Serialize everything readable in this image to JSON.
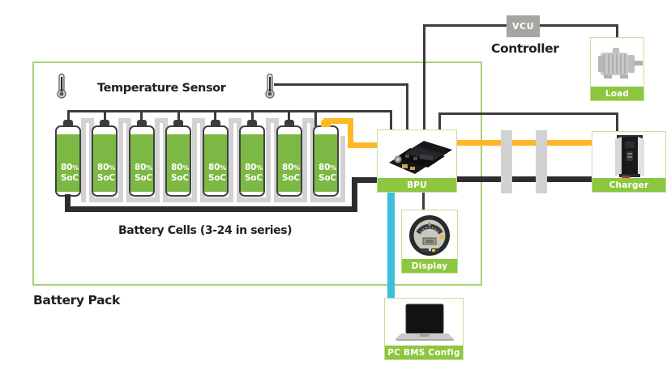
{
  "colors": {
    "green_label": "#8dc63f",
    "green_cell": "#7cb944",
    "border_light_green": "#c3de9e",
    "pack_border": "#a9d077",
    "yellow": "#fcb826",
    "cyan": "#3cbfda",
    "wire_dark": "#3d3d3f",
    "power_black": "#2d2d2f",
    "gray_connector": "#d2d2d3",
    "gray_bar": "#d2d2d3",
    "vcu_gray": "#a7a5a1",
    "text_dark": "#231f20"
  },
  "headings": {
    "temperature_sensor": "Temperature Sensor",
    "controller": "Controller",
    "battery_cells": "Battery Cells (3-24 in series)",
    "battery_pack": "Battery Pack"
  },
  "vcu": {
    "label": "VCU"
  },
  "nodes": {
    "bpu": {
      "label": "BPU"
    },
    "display": {
      "label": "Display"
    },
    "pc": {
      "label": "PC BMS Config"
    },
    "load": {
      "label": "Load"
    },
    "charger": {
      "label": "Charger"
    }
  },
  "icons": {
    "thermometer_left": "thermometer-icon",
    "thermometer_right": "thermometer-icon",
    "bpu_board": "circuit-board-image",
    "display_gauge": "battery-gauge-image",
    "pc_laptop": "laptop-image",
    "load_motor": "electric-motor-image",
    "charger_unit": "charger-image"
  },
  "cells": {
    "items": [
      {
        "soc": "80",
        "unit": "%",
        "label": "SoC"
      },
      {
        "soc": "80",
        "unit": "%",
        "label": "SoC"
      },
      {
        "soc": "80",
        "unit": "%",
        "label": "SoC"
      },
      {
        "soc": "80",
        "unit": "%",
        "label": "SoC"
      },
      {
        "soc": "80",
        "unit": "%",
        "label": "SoC"
      },
      {
        "soc": "80",
        "unit": "%",
        "label": "SoC"
      },
      {
        "soc": "80",
        "unit": "%",
        "label": "SoC"
      },
      {
        "soc": "80",
        "unit": "%",
        "label": "SoC"
      }
    ]
  }
}
